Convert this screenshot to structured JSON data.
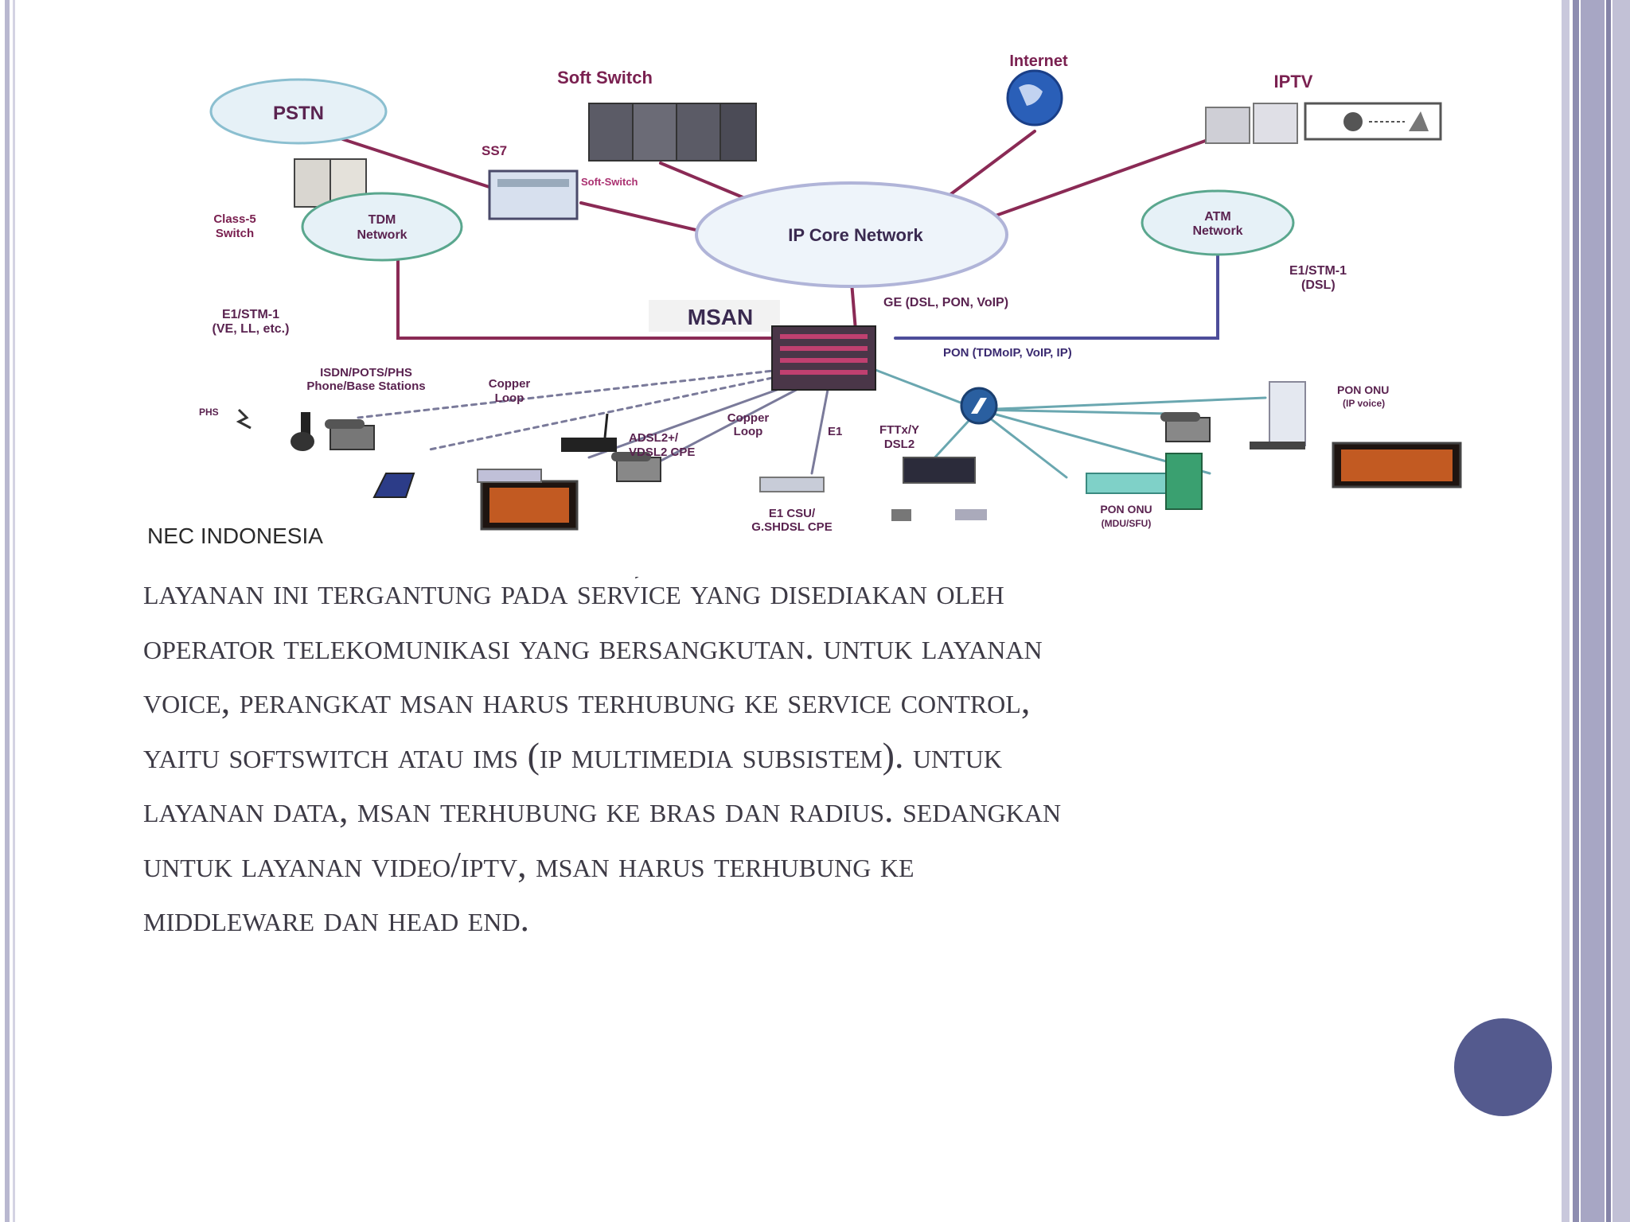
{
  "diagram": {
    "labels": {
      "pstn": "PSTN",
      "soft_switch": "Soft Switch",
      "internet": "Internet",
      "iptv": "IPTV",
      "ss7": "SS7",
      "soft_switch_small": "Soft-Switch",
      "class5_l1": "Class-5",
      "class5_l2": "Switch",
      "tdm_l1": "TDM",
      "tdm_l2": "Network",
      "ip_core": "IP Core Network",
      "atm_l1": "ATM",
      "atm_l2": "Network",
      "e1stm_right_l1": "E1/STM-1",
      "e1stm_right_l2": "(DSL)",
      "msan": "MSAN",
      "ge_link": "GE (DSL, PON, VoIP)",
      "e1stm_left_l1": "E1/STM-1",
      "e1stm_left_l2": "(VE, LL, etc.)",
      "pon_link": "PON (TDMoIP, VoIP, IP)",
      "isdn_l1": "ISDN/POTS/PHS",
      "isdn_l2": "Phone/Base Stations",
      "copper1_l1": "Copper",
      "copper1_l2": "Loop",
      "phs": "PHS",
      "copper2_l1": "Copper",
      "copper2_l2": "Loop",
      "e1": "E1",
      "adsl_l1": "ADSL2+/",
      "adsl_l2": "VDSL2 CPE",
      "fttx_l1": "FTTx/Y",
      "fttx_l2": "DSL2",
      "pon_onu_right_l1": "PON ONU",
      "pon_onu_right_l2": "(IP voice)",
      "e1csu_l1": "E1 CSU/",
      "e1csu_l2": "G.SHDSL CPE",
      "pon_onu_bottom_l1": "PON ONU",
      "pon_onu_bottom_l2": "(MDU/SFU)",
      "nec": "NEC INDONESIA"
    }
  },
  "body": {
    "partial_line": "msan menyediakan layanan voice, data dan video. jenis-jenis",
    "lines": [
      "layanan ini tergantung pada service yang disediakan oleh",
      "operator telekomunikasi yang bersangkutan. untuk layanan",
      "voice, perangkat msan harus terhubung ke service control,",
      "yaitu softswitch atau ims (ip multimedia subsistem). untuk",
      "layanan data, msan terhubung ke bras dan radius. sedangkan",
      "untuk layanan video/iptv, msan harus terhubung ke",
      "middleware dan head end."
    ]
  },
  "colors": {
    "accent_circle": "#545a8e",
    "link_purple": "#8a2a55",
    "link_blue": "#4d4d9a",
    "cloud_fill": "#e6f1f7",
    "text": "#3d3a45"
  }
}
